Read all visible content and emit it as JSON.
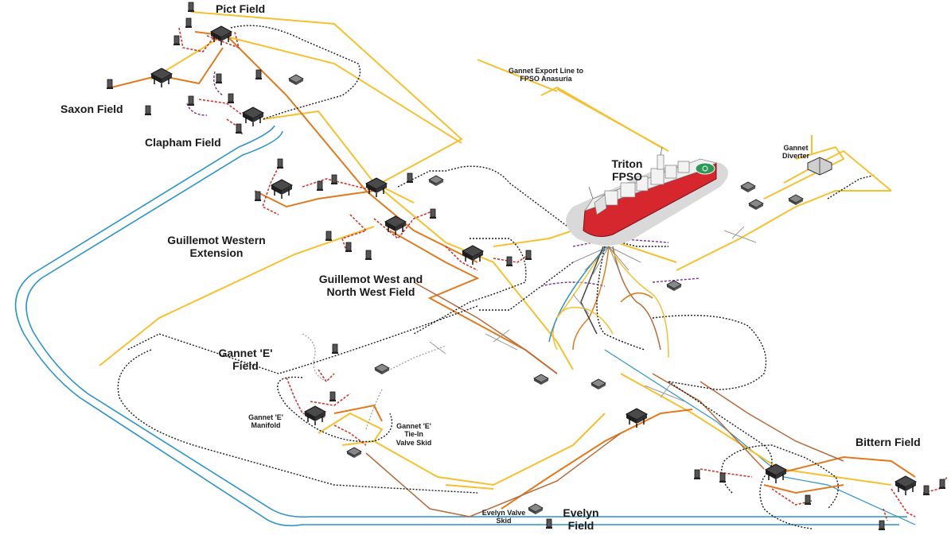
{
  "labels": {
    "pict": "Pict Field",
    "saxon": "Saxon Field",
    "clapham": "Clapham Field",
    "guillemot_western_1": "Guillemot Western",
    "guillemot_western_2": "Extension",
    "guillemot_west_1": "Guillemot West and",
    "guillemot_west_2": "North West Field",
    "gannet_e_field_1": "Gannet 'E'",
    "gannet_e_field_2": "Field",
    "gannet_e_manifold_1": "Gannet 'E'",
    "gannet_e_manifold_2": "Manifold",
    "gannet_e_tiein_1": "Gannet 'E'",
    "gannet_e_tiein_2": "Tie-In",
    "gannet_e_tiein_3": "Valve Skid",
    "triton_1": "Triton",
    "triton_2": "FPSO",
    "gannet_export_1": "Gannet Export Line to",
    "gannet_export_2": "FPSO Anasuria",
    "gannet_diverter_1": "Gannet",
    "gannet_diverter_2": "Diverter",
    "bittern": "Bittern Field",
    "evelyn_valve_1": "Evelyn Valve",
    "evelyn_valve_2": "Skid",
    "evelyn_field_1": "Evelyn",
    "evelyn_field_2": "Field"
  },
  "colors": {
    "pipe_yellow": "#f5c12e",
    "pipe_orange": "#e07a1c",
    "pipe_brown": "#b7693a",
    "pipe_blue": "#2a93c9",
    "pipe_black": "#1a1a1a",
    "pipe_red": "#d0342c",
    "pipe_purple": "#7a2e8c",
    "hull_red": "#d6262e",
    "platform_dark": "#2b2b2b",
    "sea_grey": "#d9d9d9"
  }
}
